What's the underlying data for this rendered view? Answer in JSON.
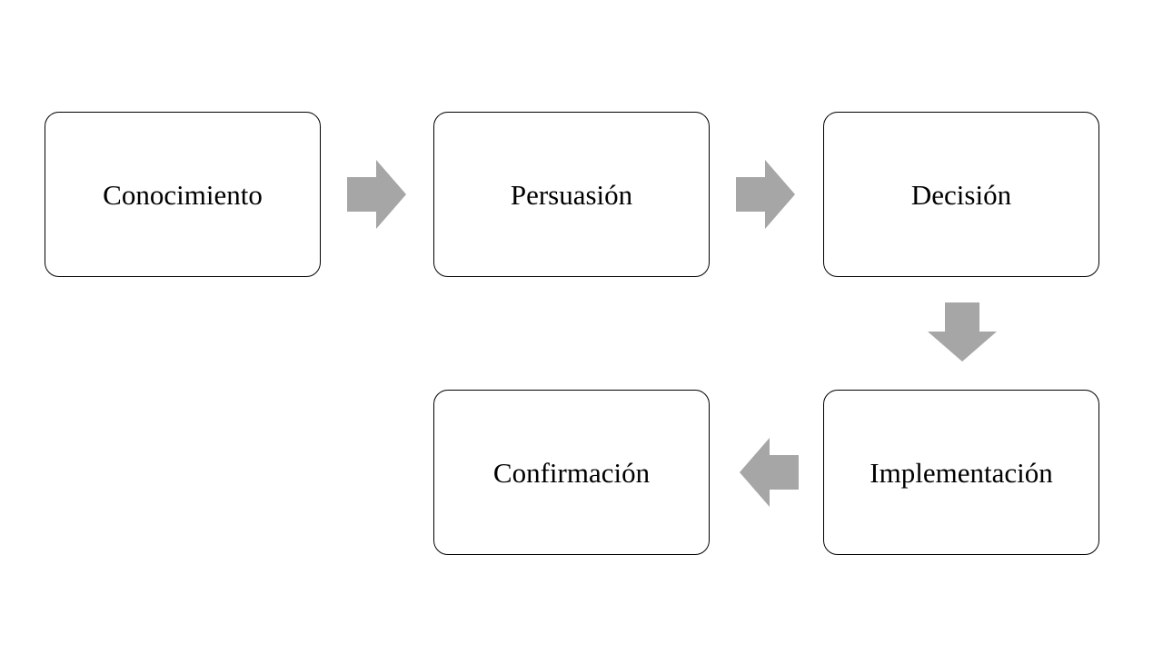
{
  "diagram": {
    "stages": [
      {
        "label": "Conocimiento"
      },
      {
        "label": "Persuasión"
      },
      {
        "label": "Decisión"
      },
      {
        "label": "Implementación"
      },
      {
        "label": "Confirmación"
      }
    ],
    "colors": {
      "box_border": "#000000",
      "box_fill": "#ffffff",
      "arrow_fill": "#a6a6a6",
      "text": "#000000"
    }
  }
}
